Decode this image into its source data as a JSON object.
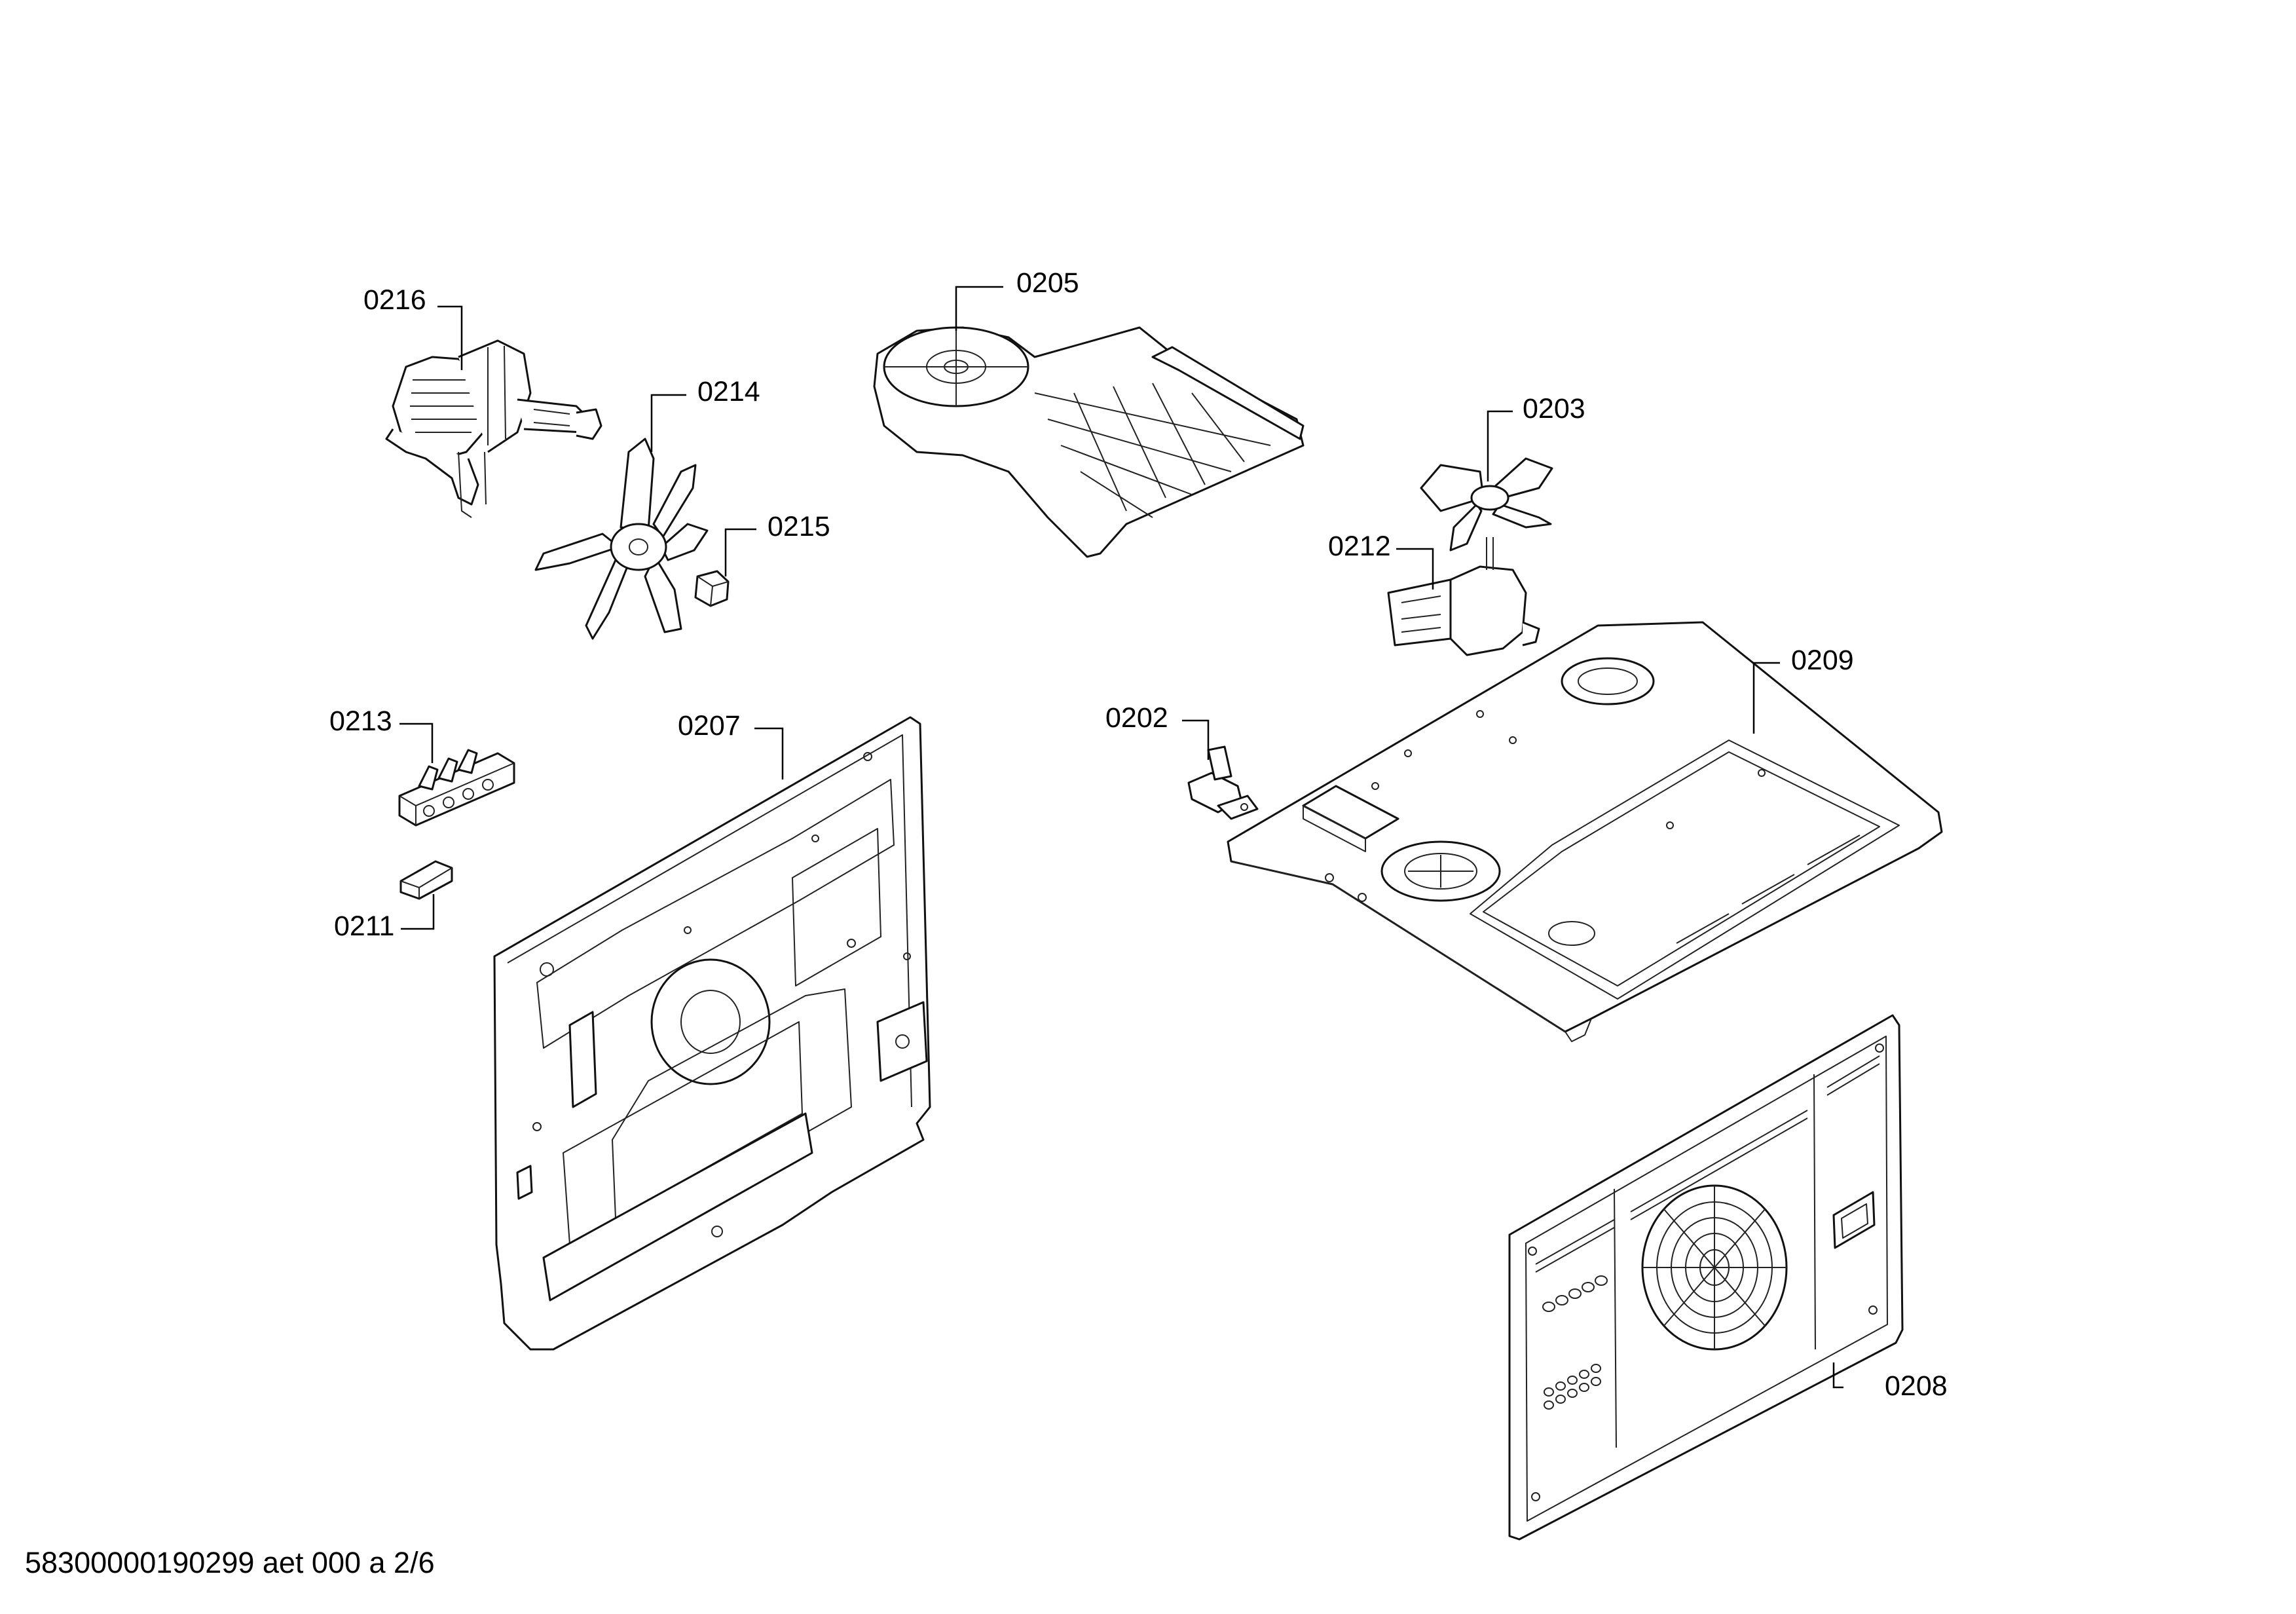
{
  "diagram": {
    "labels": {
      "p0216": "0216",
      "p0214": "0214",
      "p0215": "0215",
      "p0205": "0205",
      "p0203": "0203",
      "p0212": "0212",
      "p0209": "0209",
      "p0213": "0213",
      "p0207": "0207",
      "p0202": "0202",
      "p0211": "0211",
      "p0208": "0208"
    },
    "footer_text": "58300000190299 aet 000 a 2/6"
  }
}
